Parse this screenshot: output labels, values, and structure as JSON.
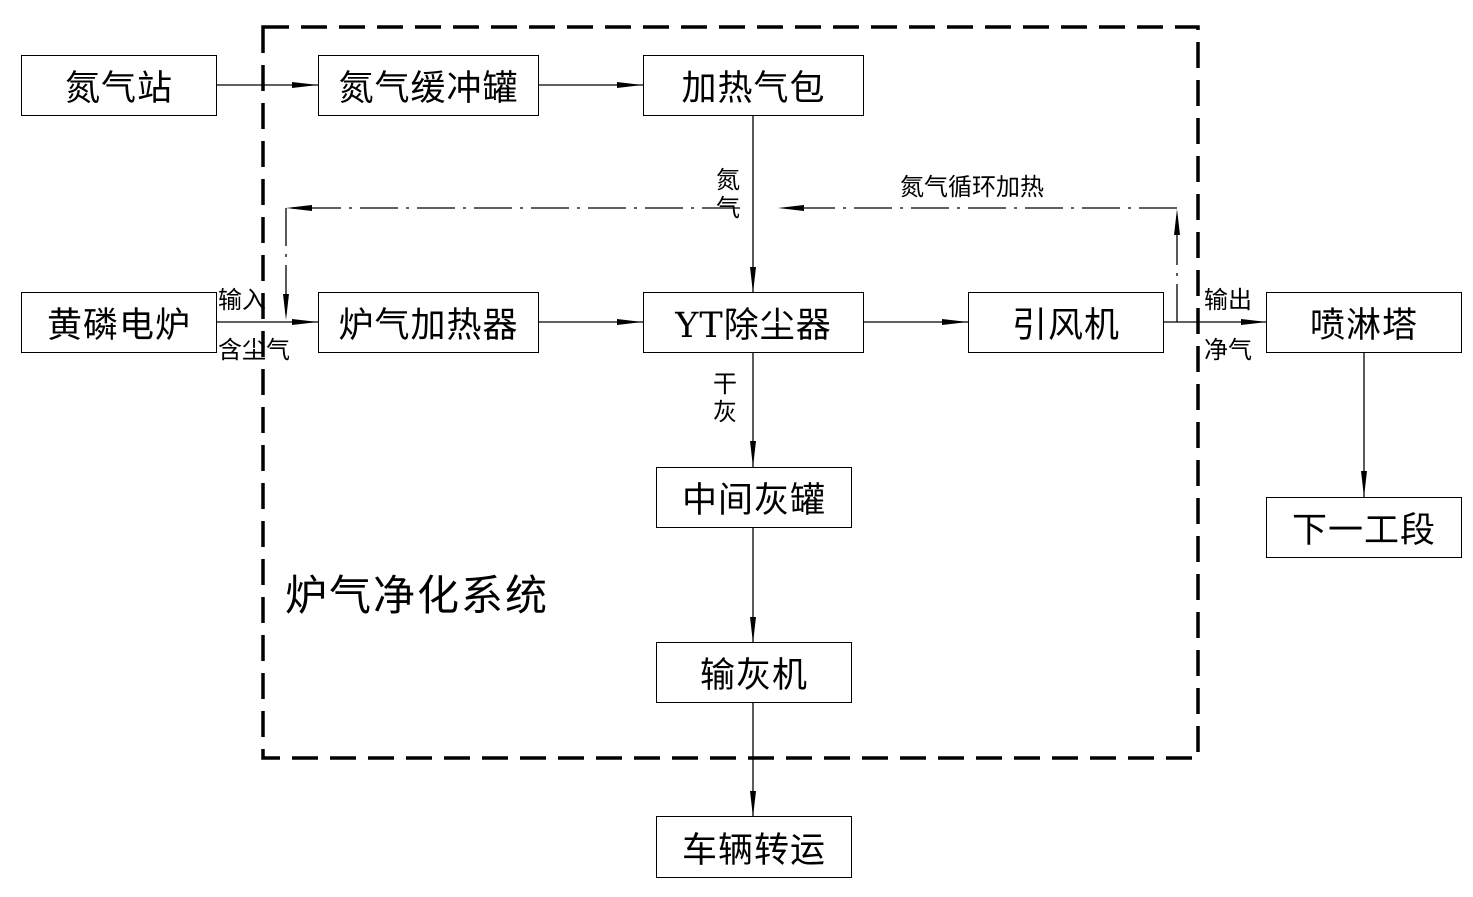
{
  "diagram": {
    "system_title": "炉气净化系统",
    "nodes": {
      "nitrogen_station": "氮气站",
      "nitrogen_buffer_tank": "氮气缓冲罐",
      "heating_drum": "加热气包",
      "phosphorus_furnace": "黄磷电炉",
      "furnace_gas_heater": "炉气加热器",
      "yt_dust_collector": "YT除尘器",
      "induced_draft_fan": "引风机",
      "spray_tower": "喷淋塔",
      "next_section": "下一工段",
      "intermediate_ash_tank": "中间灰罐",
      "ash_conveyor": "输灰机",
      "vehicle_transport": "车辆转运"
    },
    "edge_labels": {
      "input_top": "输入",
      "input_bottom": "含尘气",
      "nitrogen_char1": "氮",
      "nitrogen_char2": "气",
      "recycle": "氮气循环加热",
      "dry_ash_char1": "干",
      "dry_ash_char2": "灰",
      "output_top": "输出",
      "output_bottom": "净气"
    },
    "edges": [
      {
        "from": "氮气站",
        "to": "氮气缓冲罐",
        "style": "solid"
      },
      {
        "from": "氮气缓冲罐",
        "to": "加热气包",
        "style": "solid"
      },
      {
        "from": "加热气包",
        "to": "YT除尘器",
        "style": "solid",
        "label": "氮气"
      },
      {
        "from": "黄磷电炉",
        "to": "炉气加热器",
        "style": "solid",
        "label": "输入含尘气"
      },
      {
        "from": "炉气加热器",
        "to": "YT除尘器",
        "style": "solid"
      },
      {
        "from": "YT除尘器",
        "to": "引风机",
        "style": "solid"
      },
      {
        "from": "引风机",
        "to": "喷淋塔",
        "style": "solid",
        "label": "输出净气"
      },
      {
        "from": "喷淋塔",
        "to": "下一工段",
        "style": "solid"
      },
      {
        "from": "YT除尘器",
        "to": "中间灰罐",
        "style": "solid",
        "label": "干灰"
      },
      {
        "from": "中间灰罐",
        "to": "输灰机",
        "style": "solid"
      },
      {
        "from": "输灰机",
        "to": "车辆转运",
        "style": "solid"
      },
      {
        "from": "引风机出口",
        "to": "炉气加热器",
        "style": "dash-dot",
        "label": "氮气循环加热"
      }
    ],
    "boundary": {
      "label": "炉气净化系统",
      "style": "dashed"
    }
  }
}
